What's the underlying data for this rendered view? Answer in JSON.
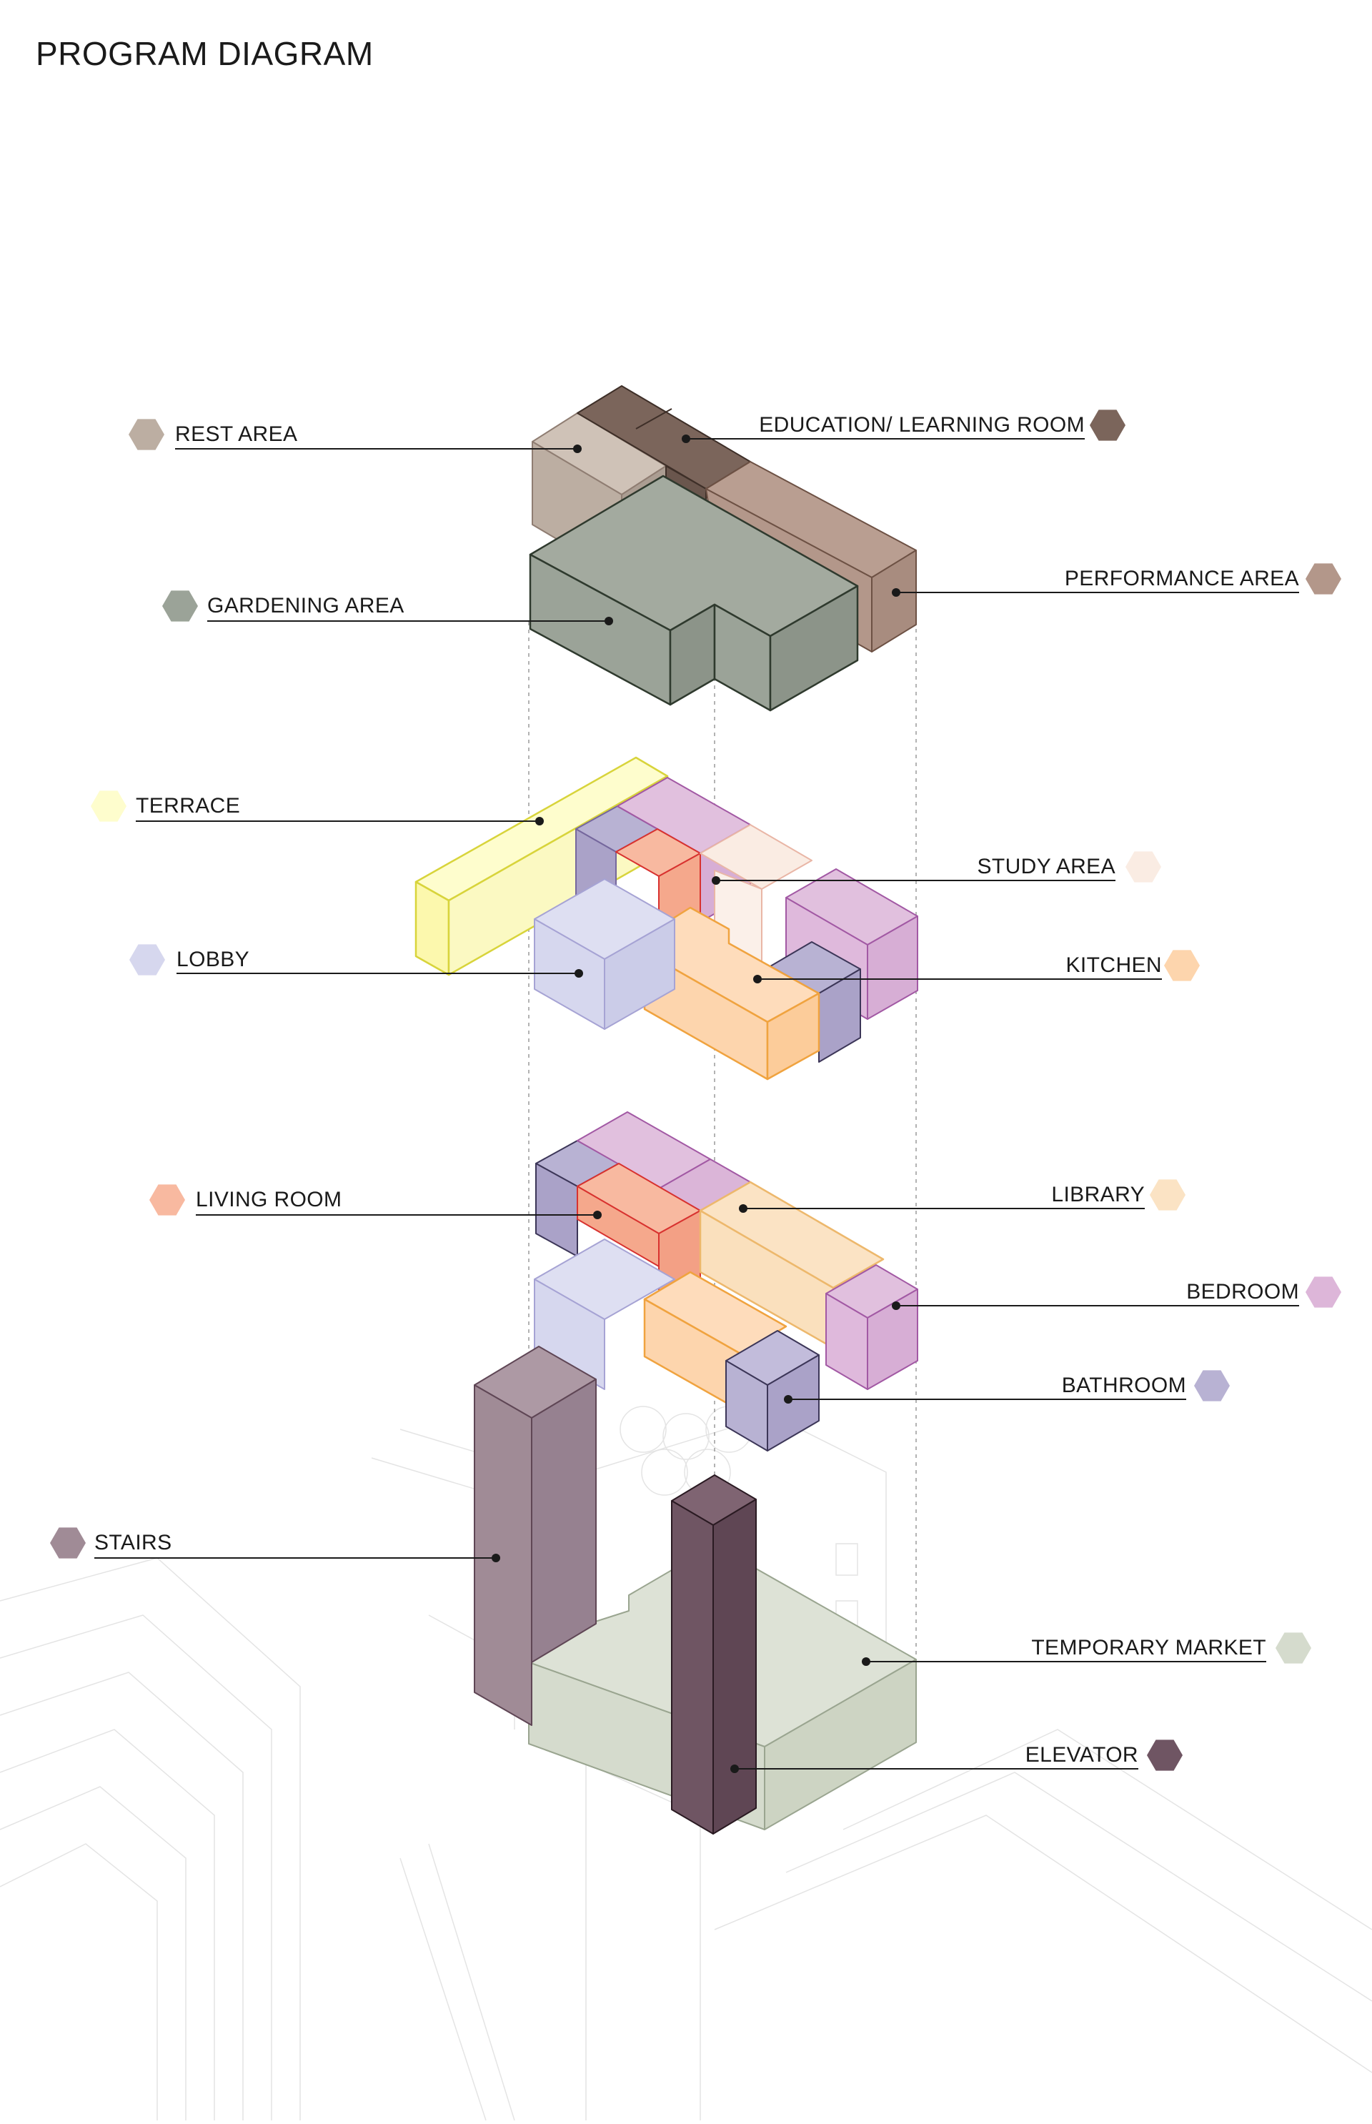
{
  "title": "PROGRAM DIAGRAM",
  "legend": [
    {
      "key": "rest_area",
      "label": "REST AREA",
      "color": "#bcaea2"
    },
    {
      "key": "education",
      "label": "EDUCATION/ LEARNING ROOM",
      "color": "#7b655b"
    },
    {
      "key": "performance",
      "label": "PERFORMANCE AREA",
      "color": "#b3978a"
    },
    {
      "key": "gardening",
      "label": "GARDENING AREA",
      "color": "#9ba398"
    },
    {
      "key": "terrace",
      "label": "TERRACE",
      "color": "#fefdcd"
    },
    {
      "key": "study",
      "label": "STUDY AREA",
      "color": "#faece3"
    },
    {
      "key": "lobby",
      "label": "LOBBY",
      "color": "#d6d7ee"
    },
    {
      "key": "kitchen",
      "label": "KITCHEN",
      "color": "#fdd5ad"
    },
    {
      "key": "living",
      "label": "LIVING ROOM",
      "color": "#f8b9a0"
    },
    {
      "key": "library",
      "label": "LIBRARY",
      "color": "#fbe3c4"
    },
    {
      "key": "bedroom",
      "label": "BEDROOM",
      "color": "#ddb6d9"
    },
    {
      "key": "bathroom",
      "label": "BATHROOM",
      "color": "#b8b2d3"
    },
    {
      "key": "stairs",
      "label": "STAIRS",
      "color": "#a08b96"
    },
    {
      "key": "market",
      "label": "TEMPORARY MARKET",
      "color": "#d5dbcd"
    },
    {
      "key": "elevator",
      "label": "ELEVATOR",
      "color": "#6f5563"
    }
  ]
}
